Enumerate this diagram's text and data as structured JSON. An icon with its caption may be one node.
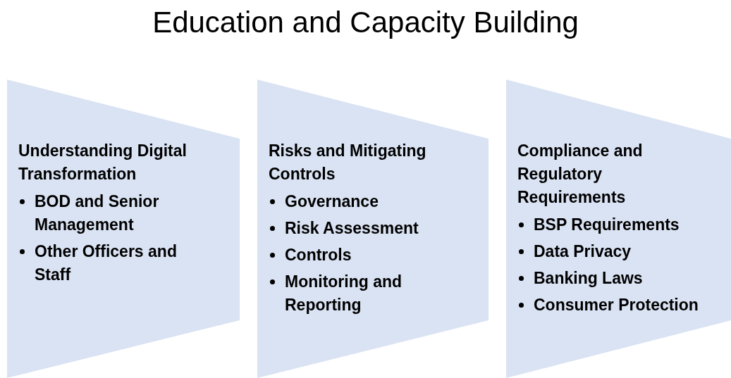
{
  "diagram": {
    "title": "Education and Capacity Building",
    "nodes": [
      {
        "text": [
          "Understanding Digital Transformation",
          "BOD and Senior Management",
          "Other Officers and Staff"
        ]
      },
      {
        "text": [
          "Risks and Mitigating Controls",
          "Governance",
          "Risk Assessment",
          "Controls",
          "Monitoring and Reporting"
        ]
      },
      {
        "text": [
          "Compliance and Regulatory Requirements",
          "BSP Requirements",
          "Data Privacy",
          "Banking Laws",
          "Consumer Protection"
        ]
      }
    ]
  }
}
